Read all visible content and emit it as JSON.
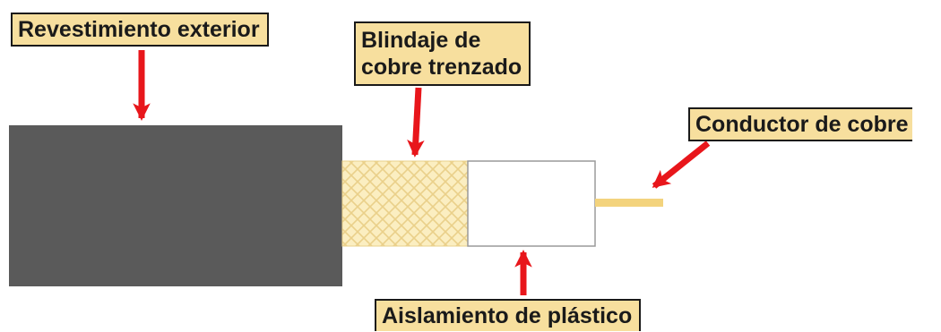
{
  "labels": {
    "outer_jacket": "Revestimiento exterior",
    "braided_shield": [
      "Blindaje de",
      "cobre trenzado"
    ],
    "copper_conductor": "Conductor de cobre",
    "plastic_insulation": "Aislamiento de plástico"
  },
  "colors": {
    "outer_jacket": "#5a5a5a",
    "braided_shield": "#fbeec1",
    "braid_lines": "#ead08a",
    "insulation": "#ffffff",
    "conductor": "#f3d37d",
    "label_background": "#f7df9e",
    "arrow": "#e8161b"
  }
}
